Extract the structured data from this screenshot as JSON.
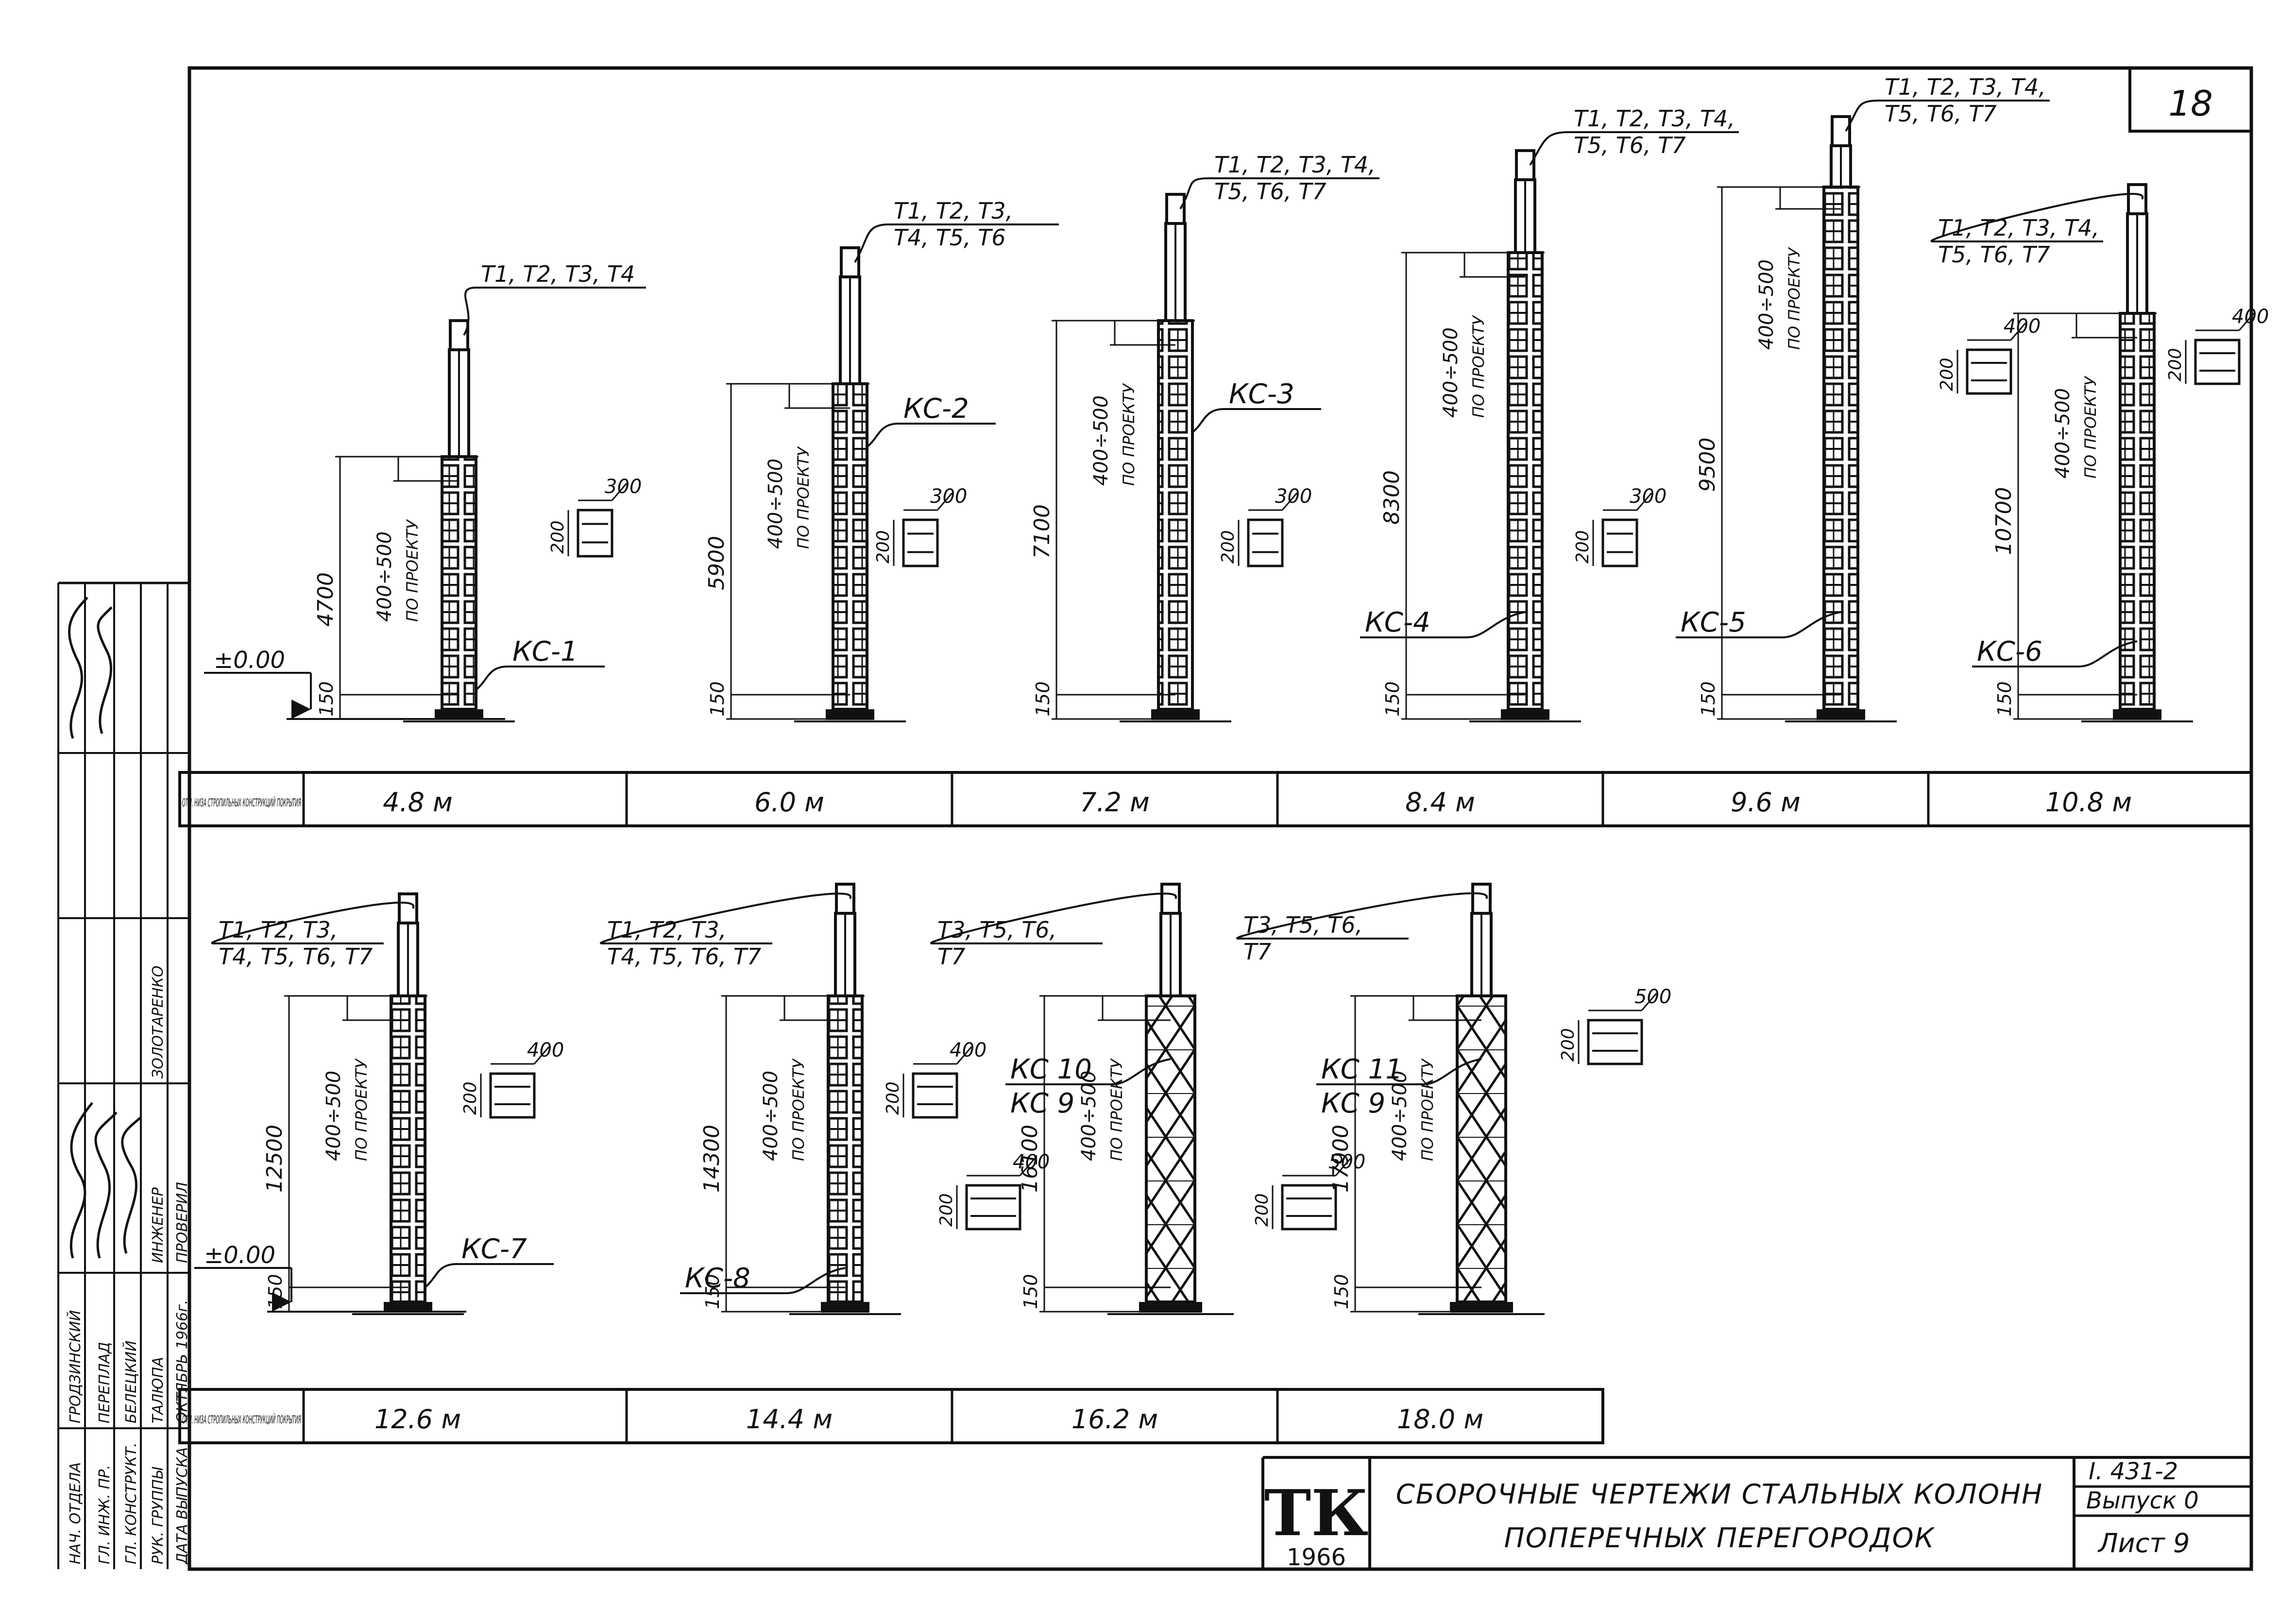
{
  "sheet_number": "18",
  "level_label": "±0.00",
  "row_header": "ОТМ. НИЗА СТРОПИЛЬНЫХ КОНСТРУКЦИЙ ПОКРЫТИЯ",
  "top_row": {
    "heights": [
      "4.8 м",
      "6.0 м",
      "7.2 м",
      "8.4 м",
      "9.6 м",
      "10.8 м"
    ],
    "columns": [
      {
        "id": "КС-1",
        "dim_total": "4700",
        "dim_head": "400÷500",
        "dim_note": "ПО ПРОЕКТУ",
        "dim_base": "150",
        "callout_1": "Т1, Т2, Т3, Т4",
        "callout_2": "",
        "sec_h": "200",
        "sec_w": "300"
      },
      {
        "id": "КС-2",
        "dim_total": "5900",
        "dim_head": "400÷500",
        "dim_note": "ПО ПРОЕКТУ",
        "dim_base": "150",
        "callout_1": "Т1, Т2, Т3,",
        "callout_2": "Т4, Т5, Т6",
        "sec_h": "200",
        "sec_w": "300"
      },
      {
        "id": "КС-3",
        "dim_total": "7100",
        "dim_head": "400÷500",
        "dim_note": "ПО ПРОЕКТУ",
        "dim_base": "150",
        "callout_1": "Т1, Т2, Т3, Т4,",
        "callout_2": "Т5, Т6, Т7",
        "sec_h": "200",
        "sec_w": "300"
      },
      {
        "id": "КС-4",
        "dim_total": "8300",
        "dim_head": "400÷500",
        "dim_note": "ПО ПРОЕКТУ",
        "dim_base": "150",
        "callout_1": "Т1, Т2, Т3, Т4,",
        "callout_2": "Т5, Т6, Т7",
        "sec_h": "200",
        "sec_w": "300"
      },
      {
        "id": "КС-5",
        "dim_total": "9500",
        "dim_head": "400÷500",
        "dim_note": "ПО ПРОЕКТУ",
        "dim_base": "150",
        "callout_1": "Т1, Т2, Т3, Т4,",
        "callout_2": "Т5, Т6, Т7",
        "sec_h": "200",
        "sec_w": "400"
      },
      {
        "id": "КС-6",
        "dim_total": "10700",
        "dim_head": "400÷500",
        "dim_note": "ПО ПРОЕКТУ",
        "dim_base": "150",
        "callout_1": "Т1, Т2, Т3, Т4,",
        "callout_2": "Т5, Т6, Т7",
        "sec_h": "200",
        "sec_w": "400"
      }
    ]
  },
  "bottom_row": {
    "heights": [
      "12.6 м",
      "14.4 м",
      "16.2 м",
      "18.0 м"
    ],
    "columns": [
      {
        "id": "КС-7",
        "id_2": "",
        "dim_total": "12500",
        "dim_head": "400÷500",
        "dim_note": "ПО ПРОЕКТУ",
        "dim_base": "150",
        "callout_1": "Т1, Т2, Т3,",
        "callout_2": "Т4, Т5, Т6, Т7",
        "sec_h": "200",
        "sec_w": "400"
      },
      {
        "id": "КС-8",
        "id_2": "",
        "dim_total": "14300",
        "dim_head": "400÷500",
        "dim_note": "ПО ПРОЕКТУ",
        "dim_base": "150",
        "callout_1": "Т1, Т2, Т3,",
        "callout_2": "Т4, Т5, Т6, Т7",
        "sec_h": "200",
        "sec_w": "400"
      },
      {
        "id": "КС 10",
        "id_2": "КС 9",
        "dim_total": "16100",
        "dim_head": "400÷500",
        "dim_note": "ПО ПРОЕКТУ",
        "dim_base": "150",
        "callout_1": "Т3, Т5, Т6,",
        "callout_2": "Т7",
        "sec_h": "200",
        "sec_w": "400"
      },
      {
        "id": "КС 11",
        "id_2": "КС 9",
        "dim_total": "17900",
        "dim_head": "400÷500",
        "dim_note": "ПО ПРОЕКТУ",
        "dim_base": "150",
        "callout_1": "Т3, Т5, Т6,",
        "callout_2": "Т7",
        "sec_h": "200",
        "sec_w": "500"
      }
    ],
    "extra_section": {
      "sec_h": "200",
      "sec_w": "500"
    }
  },
  "stamp": {
    "rows": [
      {
        "role": "НАЧ. ОТДЕЛА",
        "name": "ЗОЛОТАРЕНКО"
      },
      {
        "role": "ГЛ. ИНЖ. ПР.",
        "name": "ГРОДЗИНСКИЙ"
      },
      {
        "role": "ГЛ. КОНСТРУКТ.",
        "name": "ПЕРЕПЛАД"
      },
      {
        "role": "РУК. ГРУППЫ",
        "name": "БЕЛЕЦКИЙ"
      },
      {
        "role": "ИНЖЕНЕР",
        "name": "ТАЛЮПА"
      },
      {
        "role": "ПРОВЕРИЛ",
        "name": "ТАЛЮПА"
      }
    ],
    "date_label": "ДАТА ВЫПУСКА",
    "date_value": "ОКТЯБРЬ 1966г."
  },
  "title_block": {
    "logo": "ТК",
    "logo_year": "1966",
    "title_line1": "СБОРОЧНЫЕ ЧЕРТЕЖИ СТАЛЬНЫХ КОЛОНН",
    "title_line2": "ПОПЕРЕЧНЫХ ПЕРЕГОРОДОК",
    "series": "I. 431-2",
    "issue": "Выпуск 0",
    "sheet": "Лист 9"
  }
}
